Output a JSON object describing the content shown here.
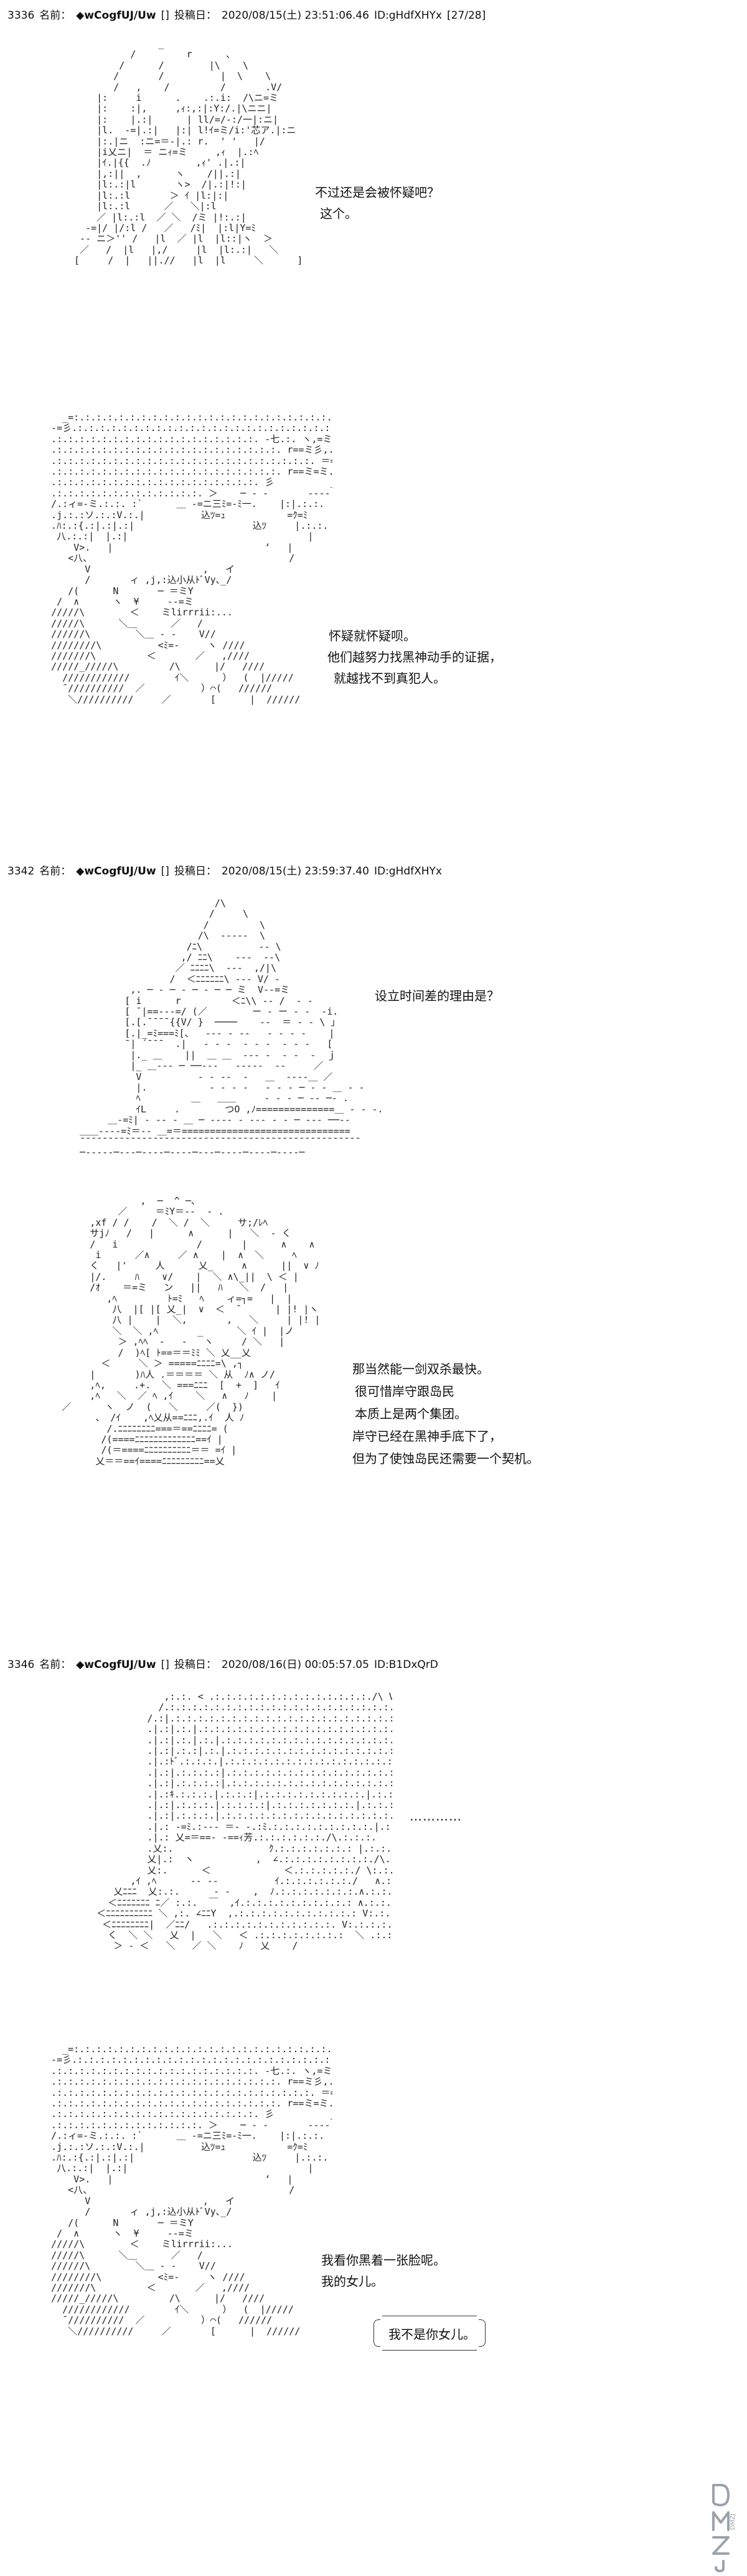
{
  "posts": [
    {
      "number": "3336",
      "name_label": "名前：",
      "trip": "◆wCogfUJ/Uw",
      "mail": "[]",
      "date_label": "投稿日：",
      "date": "2020/08/15(土) 23:51:06.46",
      "id": "ID:gHdfXHYx",
      "counter": "[27/28]"
    },
    {
      "number": "3342",
      "name_label": "名前：",
      "trip": "◆wCogfUJ/Uw",
      "mail": "[]",
      "date_label": "投稿日：",
      "date": "2020/08/15(土) 23:59:37.40",
      "id": "ID:gHdfXHYx",
      "counter": ""
    },
    {
      "number": "3346",
      "name_label": "名前：",
      "trip": "◆wCogfUJ/Uw",
      "mail": "[]",
      "date_label": "投稿日：",
      "date": "2020/08/16(日) 00:05:57.05",
      "id": "ID:B1DxQrD",
      "counter": ""
    }
  ],
  "dialogue": {
    "p1_a": [
      "不过还是会被怀疑吧？",
      "这个。"
    ],
    "p1_b": [
      "怀疑就怀疑呗。",
      "他们越努力找黑神动手的证据，",
      "就越找不到真犯人。"
    ],
    "p2_a": [
      "设立时间差的理由是？"
    ],
    "p2_b": [
      "那当然能一剑双杀最快。",
      "很可惜岸守跟岛民",
      "本质上是两个集团。",
      "岸守已经在黑神手底下了，",
      "但为了使蚀岛民还需要一个契机。"
    ],
    "p3_a": "…………",
    "p3_b": [
      "我看你黑着一张脸呢。",
      "我的女儿。"
    ],
    "p3_bubble": "我不是你女儿。"
  },
  "art": {
    "a1": "                _\n           /         r      、\n         /      /        |\\    \\\n        /       /          |  \\    \\\n        /   ,    /         /       .V/\n     |:     i      .    .:.i:  /\\ニ=ミ\n     |:    :|,     ,ｨ:,:|:Y:/.|\\ニニ|\n     |:    |.:|      | ll/=/-:/一|:ニ|\n     |l.  ‐=|.:|   |:| l!ｲ=ミ/i:'芯ア.|:ニ\n     |:.|ニ  :ニ=＝-|.: r.  ' '   |/\n     |i乂ニ|  ＝ ニｨ=ミ     ,ｨ  |.:ﾍ\n     |ｲ.|{{  .ﾉ        ,ｨ' .|.:|\n     |,:||  ,      ヽ    /||.:|\n     |l:.:|l       ヽ>  /|.:|!:|\n     |l:.:l       ＞ ｲ |l:|:|\n     |l:.:l      ／   ＼|:l\n     ／ |l:.:l  ／ ＼  /ミ |!:.:|\n   -=|/ |/:l /   ／   /ﾐ|  |:l|Y=ﾐ\n  -‐ ニ＞'' /   |l  ／ |l  |l::|ヽ  ＞\n  ／   /  |l   |,/     |l  |l:.:|   ＼\n [     /  |   ||.//   |l  |l     ＼      ]",
    "a2": "    _=:.:.:.:.:.:.:.:.:.:.:.:.:.:.:.:.:.:.:.:.:.:.:.:.:.:.:.:.:.:.:.:.:.:. 、 j\n  -=彡.:.:.:.:.:.:.:.:.:.:.:.:.:.:.:.:.:.:.:.:.:.:.:.:.:.:.:.:.:.:.:.:.:.:.:.:.. =\n  .:.:.:.:.:.:.:.:.:.:.:.:.:.:.:.:.:.:. ‐七.:. ヽ,=ミ.:.:.:.:.:.:.:.:.:.:.:.:.\n  .:.:.:.:.:.:.:.:.:.:.:.:.:.:.:.:.:.:.:.:. r==ミ彡,.:∧从人ﾐ:.:.:.:.:.:.:.\n  .:.:.:.:.:.:.:.:.:.:.:.:.:.:.:.:.:.:.:.:.:.:.:. ＝=ミ=== ＝ﾐ.:.:.:.:.:.:.:.:.:\n  .:.:.:.:.:.:.:.:.:.:.:.:.:.:.:.:.:.:.:.:. r==ミ=ミ.:.:.:.:.:.:.:.:.:.:.:.:.:.:.:.\n  .:.:.:.:.:.:.:.:.:.:.:.:.:.:.:.:.:.:. 彡          __      .:.:.:.|:.:.:\n  .:.:.:.:.:.:.:.:.:.:.:.:.:. ＞    ─ ‐ ‐       ‐‐‐‐   |.:.:.j\n  /.:ィ=‐ミ.:.:. :`      ＿ -=ニ三ﾐ=‐ﾐ一.    |:|.:.:.\n  .j.:.:ソ.:.:V.:.|          込ﾂ=ｭ           =ｸ=ﾐ    |.:.:.\n  .ﾊ:.:{.:|.:|.:|                     込ﾂ     |.:.:.\n   八.:.:|  |.:|                                |\n      V>.   |                           ‘   |\n     <八、                                   /\n        V                    ,   イ\n        /       ィ ,j,:込小从ﾄﾞVy､_/\n     /(      N       ─ ＝ミY\n   /  ∧      ヽ  ¥     ‐-=ミ\n  /////\\        ＜    ミlirrrii:...\n  /////\\      ＼＿      ／   /\n  //////\\        ＼＿ ‐ ‐    V//  \n  ////////\\          <ﾐ=‐     ヽ ////\n  ///////\\         ＜       ／   ,////\n  /////_/////\\         /\\      |/   ////\n    ////////////        ｲ＼      ）  (  |/////\n    ¯//////////  ／          ）⌒(   //////\n     ＼//////////     ／       [      |  //////",
    "a3": "                          /\\\n                         /     \\\n                        /         \\\n                       /\\  ‐‐‐‐‐  \\\n                     /ﾆ\\          ‐‐ \\\n                    ,/ ﾆﾆ\\    ‐‐‐  ‐‐\\\n                   ／ ﾆﾆﾆﾆ\\  ‐‐‐  ,/|\\\n                  /  ＜ﾆﾆﾆﾆﾆﾆ\\ ‐‐‐ V/ ‐\n           ,. ─ ‐ ─ ‐ ─ ‐ ─ ─ ミ  V‐-=ミ\n          [ i      r         ＜ﾆ\\\\ ‐‐ /  ‐ ‐\n          [ ¯|==‐‐‐=/ (／        ー ‐ ー ‐ ‐  -i.\n          [.[.¯¯¯¯{{V/ }  ────    ‐‐  ＝ ‐ ‐ \\ 」\n          [.|_=ﾐ===ﾐ[、  ‐‐‐ ‐ ‐‐   ‐ ‐ ‐ ‐    |\n          ¯| ´¯¯¯  .|   ‐ ‐ ‐  ‐ ‐ ‐  ‐ ‐ ‐   [\n           |._ ＿    ||  ＿ ＿  ‐‐‐ ‐  ‐ ‐  ‐  ｊ\n           |_ ＿‐‐‐ ─ ──‐‐‐   ‐‐‐‐‐  ‐‐     ／\n            V          ‐ ‐ ‐‐  ‐   ＿  ‐‐‐‐＿ ／\n            |.           ‐ ‐ ‐ ‐   ‐ ‐ ‐ ─ ‐ ‐ ＿ ‐ ‐\n            ﾍ         ＿   ＿＿     ‐ ‐ ‐ ─ ‐‐ ─‐ .\n            ｲL     .        つO ,ﾉ==============＿ ‐ ‐ ‐.\n       ＿‐=ﾐ| ‐ ‐‐ ‐ ＿ ─ ‐‐‐‐ ‐ ‐‐‐ ‐ ‐ ─ ‐‐‐ ──‐‐\n  ＿＿‐‐‐‐=ﾐ＝‐‐ ＿=＝==============================\n  ¯¯¯¯¯¯¯¯¯¯¯¯¯¯¯¯¯¯¯¯¯¯¯¯¯¯¯¯¯¯¯¯¯¯¯¯¯¯¯¯¯¯¯¯¯¯¯¯¯¯\n  ─‐‐‐‐‐─‐‐‐─‐‐‐‐─‐‐‐‐─‐‐‐─‐‐‐‐─‐‐‐‐─‐‐‐‐─",
    "a4": "                   ,  ─  ^ ─、\n               ／     ＝ﾐY＝‐‐  ‐ .\n          ,xf / /    /  ＼ /  ＼     サ;/ﾚﾍ\n          サjﾉ   /   |      ∧      |   ＼  ‐ く\n          /   i              /       |      ∧    ∧\n           i      ／∧     ／ ∧    |  ∧  ＼     ﾍ\n          く   |'     人      乂_     ∧      ||  ∨ ﾉ\n          |/.     ﾊ    ∨/    |  ＼ ∧\\_||  \\ ＜ |\n          /ｵ    ＝=ミ   ン   ||   ﾊ   ＼  /   |\n             ,ﾍ         ﾄ=ﾐ   ﾍ    ィ=┐=   |  |\n              八  |[ |[ 乂_|  ∨  ＜  ¯      | |! |ヽ\n              八 |    |  ＼,       ,   ＼     | |! |\n              ＼  ＼ ,ﾍ       _      ＼ ｲ |  |ノ\n               ＞ ,ﾍﾍ  ‐   ‐   ヽ     / ＼   |\n               /  )ﾍ[ ﾄ==＝＝ﾐﾐ ＼ 乂__乂\n            ＜     ＼ ＞ =====ﾆﾆﾆﾆ=\\ ,┐\n          |       )ﾊ人 .＝＝＝＝ ＼ 从  ﾉ∧ ノ/\n          ,ﾍ,     .+.  ＼ ===ﾆﾆﾆ  [  +  ]   ｲ\n          ,ﾍ   ＼  ／ ﾍ ,ｲ    ＼   ∧   ﾉ    |\n     ／      ヽ  ノ  (   ＼     ／(  })\n           、 /ｲ    ,ﾍ乂从==ﾆﾆﾆ,.ｲ  人 ﾉ\n             /.ﾆﾆﾆﾆﾆﾆﾆﾆ===＝==ﾆﾆﾆﾆ= (\n            /(====ﾆﾆﾆﾆﾆﾆﾆﾆﾆﾆﾆﾆﾆ==ｲ |\n            /(＝====ﾆﾆﾆﾆﾆﾆﾆﾆﾆﾆ＝＝ =ｲ |\n           乂＝＝==ｲ====ﾆﾆﾆﾆﾆﾆﾆﾆﾆ==乂",
    "a5": "                 ,:.:. < .:.:.:.:.:.:.:.:.:.:.:.:.:.:./\\ V:.\n                /.:.:.:.:.:.:.:.:.:.:.:.:.:.:.:.:.:.:.:.:.:.: |\\ V\n              /.:|.:.:.:.:.:.:.:.:.:.:.:.:.:.:.:.:.:.:.:.:.:.:.:.V\n              .|.:|.:.|.:.:.:.:.:.:.:.:.:.:.:.:.:.:.:.:.:.:.:.:\\.:.:.\n              .|.:|.:.|.:.|.:.:.:.:.:.:.:.:.:.:.:.:.:.:.:.:.:.ﾐ=.:.\n              .|.:|.:.:|.:.|.:.:.:.:.:.:.:.:.:.:.:.:.:.:.:.:.:.:.:|.:\n              .|.:ﾄﾞ.:.:.:.|.:.:.:.:.:.:.:.:.:.:.:.:.:.:.:.:|.:.:.\n              .|.:|.:.:.:.:|.:.:.:.:.:.:.:.:.:.:.:.:.:.:.:.:.:.|.:.:.:\n              .|.:|.:.:.:.:|.:.:.:.:.:.:.:.:.:.:.:.:.:.:.:.:.:.|.:.:.:\n              .|.:ｷ.:.:.:.|.:.:.:|.:.:.:.:.:.:.:.:.:.|.:.:.:.:.:.|.:.:.\n              .|.:|.:.:.:.|.:.:.:.:|.:.:.:.:.:.:.:.|.:.:.:.:.:.|.:.:\n              .|.:|.:.:.:.|.:.:.:.:.:.:.:.:.:.:.:.:.:.:.:.:.:..:|\n              .|.: ‐=ﾐ.:‐‐‐ ＝‐ ‐.:ﾐ.:.:.:.:.:.:.:.:.:.|.:.:.:\n              .|.: 乂=＝==‐ ‐==ｨ芳.:.:.:.:.:.:./\\.:.:.:.\n              .乂:.                 ｸ.:.:.:.:.:.:.: |.:.:.:\n              乂|.:  ヽ           ,  ∠.:.:.:.:.:.:.:.:./\\.:.:.\n              乂:.      ＜             ＜.:.:.:.:.:./ \\:.:.:.:\n           ,ｲ ,ﾍ      ‐‐ ‐‐          ｲ.:.:.:.:.:.:./   ∧.:.:.:\n        乂ﾆﾆﾆ  乂:.:.      ‐ ‐    ,  ﾉ.:.:.:.:.:.:.:.∧.:.:.:.:.\n       ＜ﾆﾆﾆﾆﾆﾆﾆ ﾆ／ :.:.  ￣  ,ｲ.:.:.:.:.:.:.:.:.:.: ∧.:.:.:.:\n     ＜ﾆﾆﾆﾆﾆﾆﾆﾆﾆﾆ ＼ ,:. ∠ﾆﾆY  ,.:.:.:.:.:.:.:.:.:.:.: V:.:.:.:.:\n      ＜ﾆﾆﾆﾆﾆﾆﾆﾆ|  ／ﾆﾆ/   .:.:.:.:.:.:.:.:.:.:.:. V:.:.:.:.:\n       く  ＼ ＼   乂  |   ＼   ＜ .:.:.:.:.:.:.:.:  ＼ .:.:.:.:\n        ＞ ‐ ＜   ＼   ／ ＼    ﾉ   乂    /",
    "a6": "    _=:.:.:.:.:.:.:.:.:.:.:.:.:.:.:.:.:.:.:.:.:.:.:.:.:.:.:.:.:.:.:.:.:.:. 、 j\n  -=彡.:.:.:.:.:.:.:.:.:.:.:.:.:.:.:.:.:.:.:.:.:.:.:.:.:.:.:.:.:.:.:.:.:.:.:.:.. =\n  .:.:.:.:.:.:.:.:.:.:.:.:.:.:.:.:.:.:. ‐七.:. ヽ,=ミ.:.:.:.:.:.:.:.:.:.:.:.:.\n  .:.:.:.:.:.:.:.:.:.:.:.:.:.:.:.:.:.:.:.:. r==ミ彡,.:∧从人ﾐ:.:.:.:.:.:.:.\n  .:.:.:.:.:.:.:.:.:.:.:.:.:.:.:.:.:.:.:.:.:.:.:. ＝=ミ=== ＝ﾐ.:.:.:.:.:.:.:.:.:\n  .:.:.:.:.:.:.:.:.:.:.:.:.:.:.:.:.:.:.:.:. r==ミ=ミ.:.:.:.:.:.:.:.:.:.:.:.:.:.:.:.\n  .:.:.:.:.:.:.:.:.:.:.:.:.:.:.:.:.:.:. 彡          __      .:.:.:.|:.:.:\n  .:.:.:.:.:.:.:.:.:.:.:.:.:. ＞    ─ ‐ ‐       ‐‐‐‐   |.:.:.j\n  /.:ィ=‐ミ.:.:. :`      ＿ -=ニ三ﾐ=‐ﾐ一.    |:|.:.:.\n  .j.:.:ソ.:.:V.:.|          込ﾂ=ｭ           =ｸ=ﾐ    |.:.:.\n  .ﾊ:.:{.:|.:|.:|                     込ﾂ     |.:.:.\n   八.:.:|  |.:|                                |\n      V>.   |                           ‘   |\n     <八、                                   /\n        V                    ,   イ\n        /       ィ ,j,:込小从ﾄﾞVy､_/\n     /(      N       ─ ＝ミY\n   /  ∧      ヽ  ¥     ‐-=ミ\n  /////\\        ＜    ミlirrrii:...\n  /////\\      ＼＿      ／   /\n  //////\\        ＼＿ ‐ ‐    V//  \n  ////////\\          <ﾐ=‐     ヽ ////\n  ///////\\         ＜       ／   ,////\n  /////_/////\\         /\\      |/   ////\n    ////////////        ｲ＼      ）  (  |/////\n    ¯//////////  ／          ）⌒(   //////\n     ＼//////////     ／       [      |  //////"
  },
  "watermark": {
    "text": "DMZJ",
    "color": "#9aa3ad"
  }
}
